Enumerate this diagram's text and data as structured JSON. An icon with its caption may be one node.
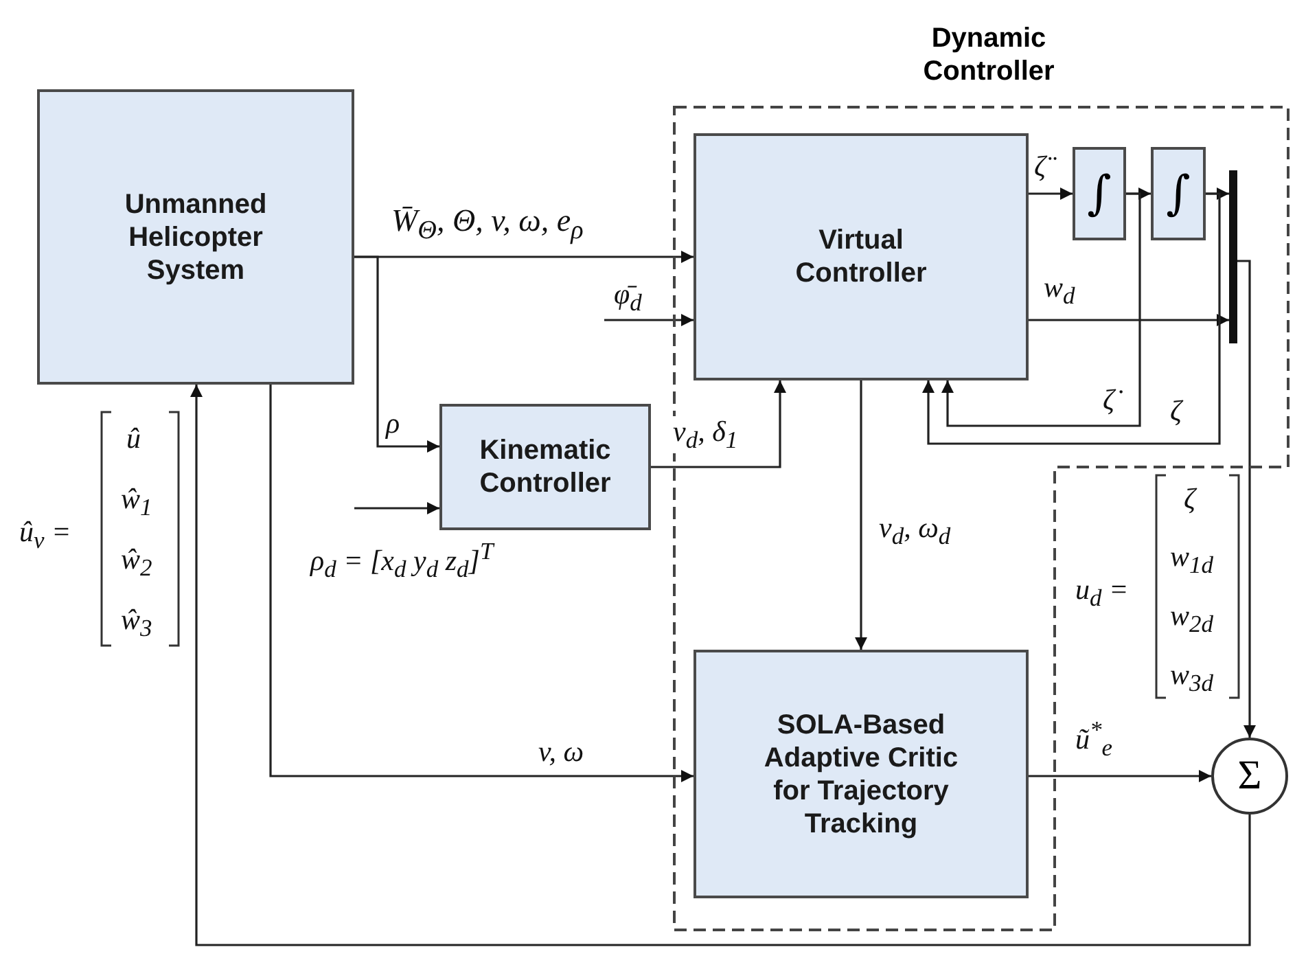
{
  "diagram": {
    "nodes": [
      {
        "text": [
          "Dynamic Controller"
        ]
      },
      {
        "text": [
          "Unmanned Helicopter System"
        ]
      },
      {
        "text": [
          "Virtual Controller"
        ],
        "in": 0
      },
      {
        "text": [
          "∫"
        ],
        "in": 0
      },
      {
        "text": [
          "∫"
        ],
        "in": 0
      },
      {
        "text": [],
        "shape": "bar",
        "in": 0
      },
      {
        "text": [
          "Kinematic Controller"
        ]
      },
      {
        "text": [
          "SOLA-Based Adaptive Critic for Trajectory Tracking"
        ],
        "in": 0
      },
      {
        "text": [
          "Σ"
        ]
      }
    ],
    "edges": [
      {
        "from": 1,
        "to": 2,
        "arrow": "to",
        "label": "W̄$_{Θ}$, Θ, v, ω, e$_{ρ}$"
      },
      {
        "from": 1,
        "to": 6,
        "arrow": "to",
        "label": "ρ"
      },
      {
        "from": null,
        "to": 2,
        "arrow": "to",
        "label": "φ̄$_{d}$"
      },
      {
        "from": null,
        "to": 6,
        "arrow": "to",
        "label": "ρ$_{d}$ = [x$_{d}$   y$_{d}$   z$_{d}$]$^{T}$"
      },
      {
        "from": 6,
        "to": 2,
        "arrow": "to",
        "label": "v$_{d}$, δ$_{1}$"
      },
      {
        "from": 2,
        "to": 7,
        "arrow": "to",
        "label": "v$_{d}$, ω$_{d}$"
      },
      {
        "from": 1,
        "to": 7,
        "arrow": "to",
        "label": "v, ω"
      },
      {
        "from": 2,
        "to": 3,
        "arrow": "to",
        "label": "ζ̈"
      },
      {
        "from": 3,
        "to": 4,
        "arrow": "to"
      },
      {
        "from": 4,
        "to": 5,
        "arrow": "to"
      },
      {
        "from": 2,
        "to": 5,
        "arrow": "to",
        "label": "w$_{d}$"
      },
      {
        "from": 3,
        "to": 2,
        "arrow": "to",
        "label": "ζ̇"
      },
      {
        "from": 4,
        "to": 2,
        "arrow": "to",
        "label": "ζ"
      },
      {
        "from": 5,
        "to": 8,
        "arrow": "to"
      },
      {
        "from": 7,
        "to": 8,
        "arrow": "to",
        "label": "ũ$^{*}$$_{e}$"
      },
      {
        "from": 8,
        "to": 1,
        "arrow": "to"
      }
    ],
    "labels": [
      "û$_{v}$ =",
      "û",
      "ŵ$_{1}$",
      "ŵ$_{2}$",
      "ŵ$_{3}$",
      "u$_{d}$ =",
      "ζ",
      "w$_{1d}$",
      "w$_{2d}$",
      "w$_{3d}$"
    ]
  }
}
